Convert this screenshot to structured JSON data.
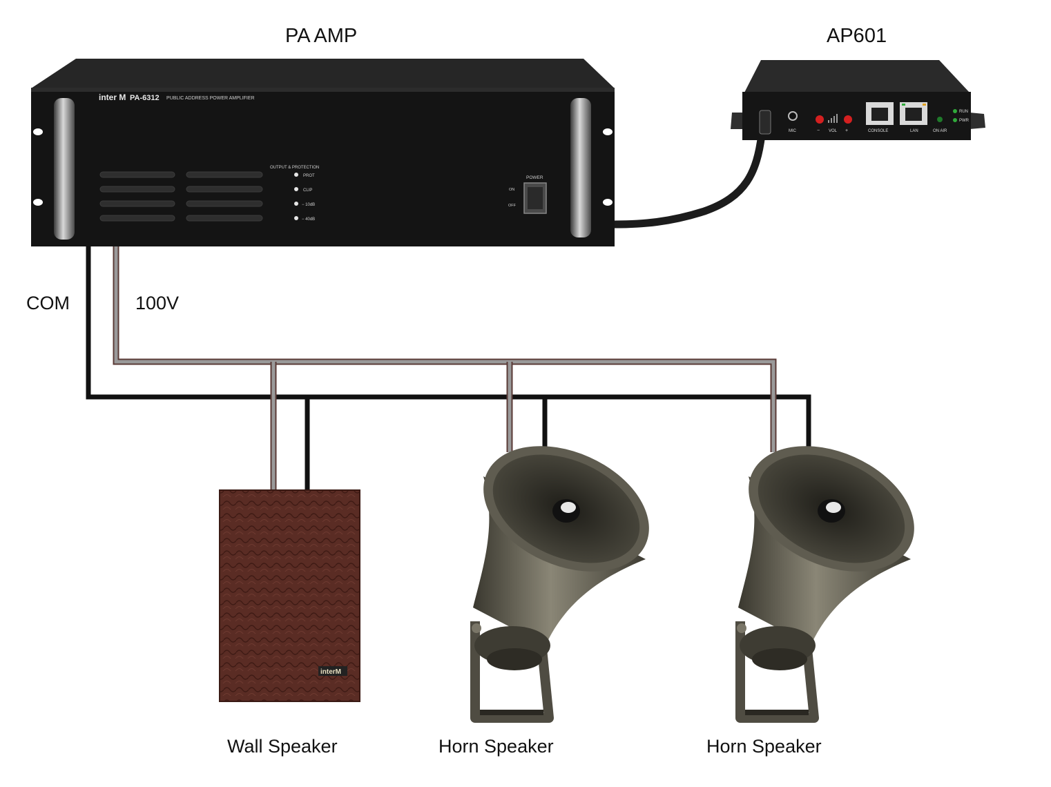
{
  "labels": {
    "amp": "PA AMP",
    "ap601": "AP601",
    "com": "COM",
    "v100": "100V",
    "wall_speaker": "Wall Speaker",
    "horn_speaker_1": "Horn Speaker",
    "horn_speaker_2": "Horn Speaker"
  },
  "amp_panel": {
    "brand": "inter M",
    "model": "PA-6312",
    "description": "PUBLIC ADDRESS POWER AMPLIFIER",
    "output_title": "OUTPUT & PROTECTION",
    "led_prot": "PROT",
    "led_clip": "CLIP",
    "led_10db": "− 10dB",
    "led_40db": "− 40dB",
    "power_title": "POWER",
    "power_on": "ON",
    "power_off": "OFF"
  },
  "ap601_panel": {
    "mic": "MIC",
    "vol_minus": "−",
    "vol": "VOL",
    "vol_plus": "+",
    "console": "CONSOLE",
    "lan": "LAN",
    "on_air": "ON AIR",
    "run": "RUN",
    "pwr": "PWR"
  },
  "wall_speaker_badge": "interM",
  "colors": {
    "wire_com": "#111111",
    "wire_100v": "#8a8a8a",
    "wire_100v_edge": "#5a3a36",
    "chassis": "#151515",
    "wall_speaker": "#5a2c24",
    "horn": "#5b584c",
    "led_red": "#d42020",
    "led_green": "#2faa3a"
  }
}
